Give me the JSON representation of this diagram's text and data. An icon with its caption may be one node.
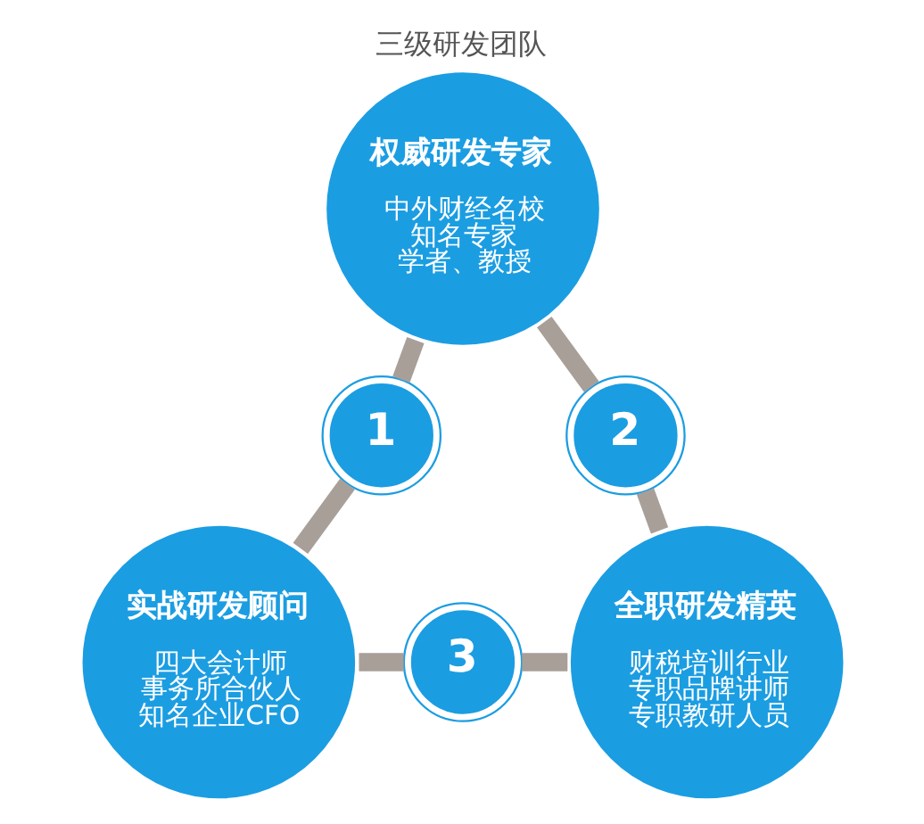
{
  "diagram": {
    "title": "三级研发团队",
    "nodes": [
      {
        "text": [
          "权威研发专家",
          "中外财经名校",
          "知名专家",
          "学者、教授"
        ]
      },
      {
        "text": [
          "1"
        ]
      },
      {
        "text": [
          "2"
        ]
      },
      {
        "text": [
          "实战研发顾问",
          "四大会计师",
          "事务所合伙人",
          "知名企业CFO"
        ]
      },
      {
        "text": [
          "3"
        ]
      },
      {
        "text": [
          "全职研发精英",
          "财税培训行业",
          "专职品牌讲师",
          "专职教研人员"
        ]
      }
    ],
    "edges": [
      {
        "from": 0,
        "to": 1,
        "arrow": "none"
      },
      {
        "from": 1,
        "to": 3,
        "arrow": "none"
      },
      {
        "from": 3,
        "to": 4,
        "arrow": "none"
      },
      {
        "from": 4,
        "to": 5,
        "arrow": "none"
      },
      {
        "from": 5,
        "to": 2,
        "arrow": "none"
      },
      {
        "from": 2,
        "to": 0,
        "arrow": "none"
      }
    ]
  }
}
